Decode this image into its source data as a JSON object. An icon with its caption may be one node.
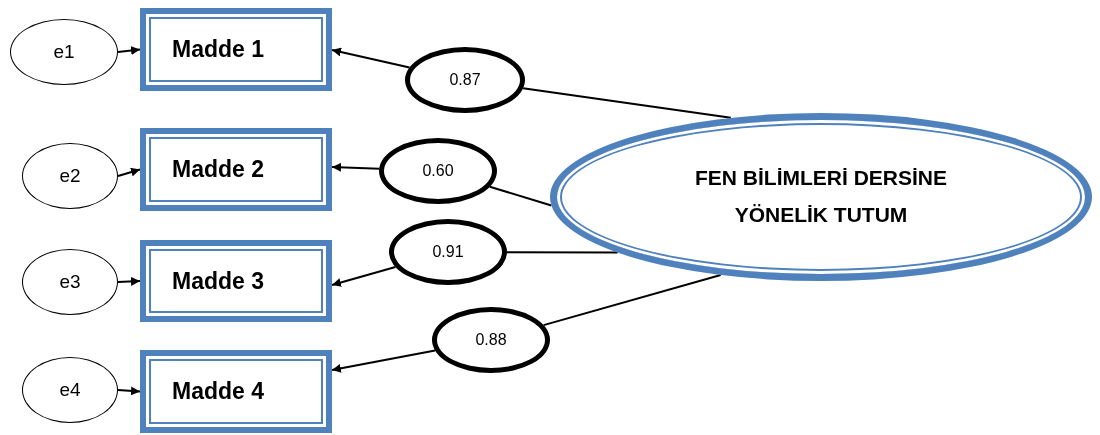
{
  "diagram": {
    "nodes": [
      {
        "text": [
          "e1"
        ]
      },
      {
        "text": [
          "e2"
        ]
      },
      {
        "text": [
          "e3"
        ]
      },
      {
        "text": [
          "e4"
        ]
      },
      {
        "text": [
          "Madde 1"
        ]
      },
      {
        "text": [
          "Madde 2"
        ]
      },
      {
        "text": [
          "Madde 3"
        ]
      },
      {
        "text": [
          "Madde 4"
        ]
      },
      {
        "text": [
          "FEN BİLİMLERİ DERSİNE YÖNELİK TUTUM"
        ]
      },
      {
        "text": [
          "0.87"
        ]
      },
      {
        "text": [
          "0.60"
        ]
      },
      {
        "text": [
          "0.91"
        ]
      },
      {
        "text": [
          "0.88"
        ]
      }
    ],
    "edges": [
      {
        "from": 0,
        "to": 4,
        "arrow": "to"
      },
      {
        "from": 1,
        "to": 5,
        "arrow": "to"
      },
      {
        "from": 2,
        "to": 6,
        "arrow": "to"
      },
      {
        "from": 3,
        "to": 7,
        "arrow": "to"
      },
      {
        "from": 8,
        "to": 9,
        "arrow": "none"
      },
      {
        "from": 9,
        "to": 4,
        "arrow": "to"
      },
      {
        "from": 8,
        "to": 10,
        "arrow": "none"
      },
      {
        "from": 10,
        "to": 5,
        "arrow": "to"
      },
      {
        "from": 8,
        "to": 11,
        "arrow": "none"
      },
      {
        "from": 11,
        "to": 6,
        "arrow": "to"
      },
      {
        "from": 8,
        "to": 12,
        "arrow": "none"
      },
      {
        "from": 12,
        "to": 7,
        "arrow": "to"
      }
    ]
  }
}
